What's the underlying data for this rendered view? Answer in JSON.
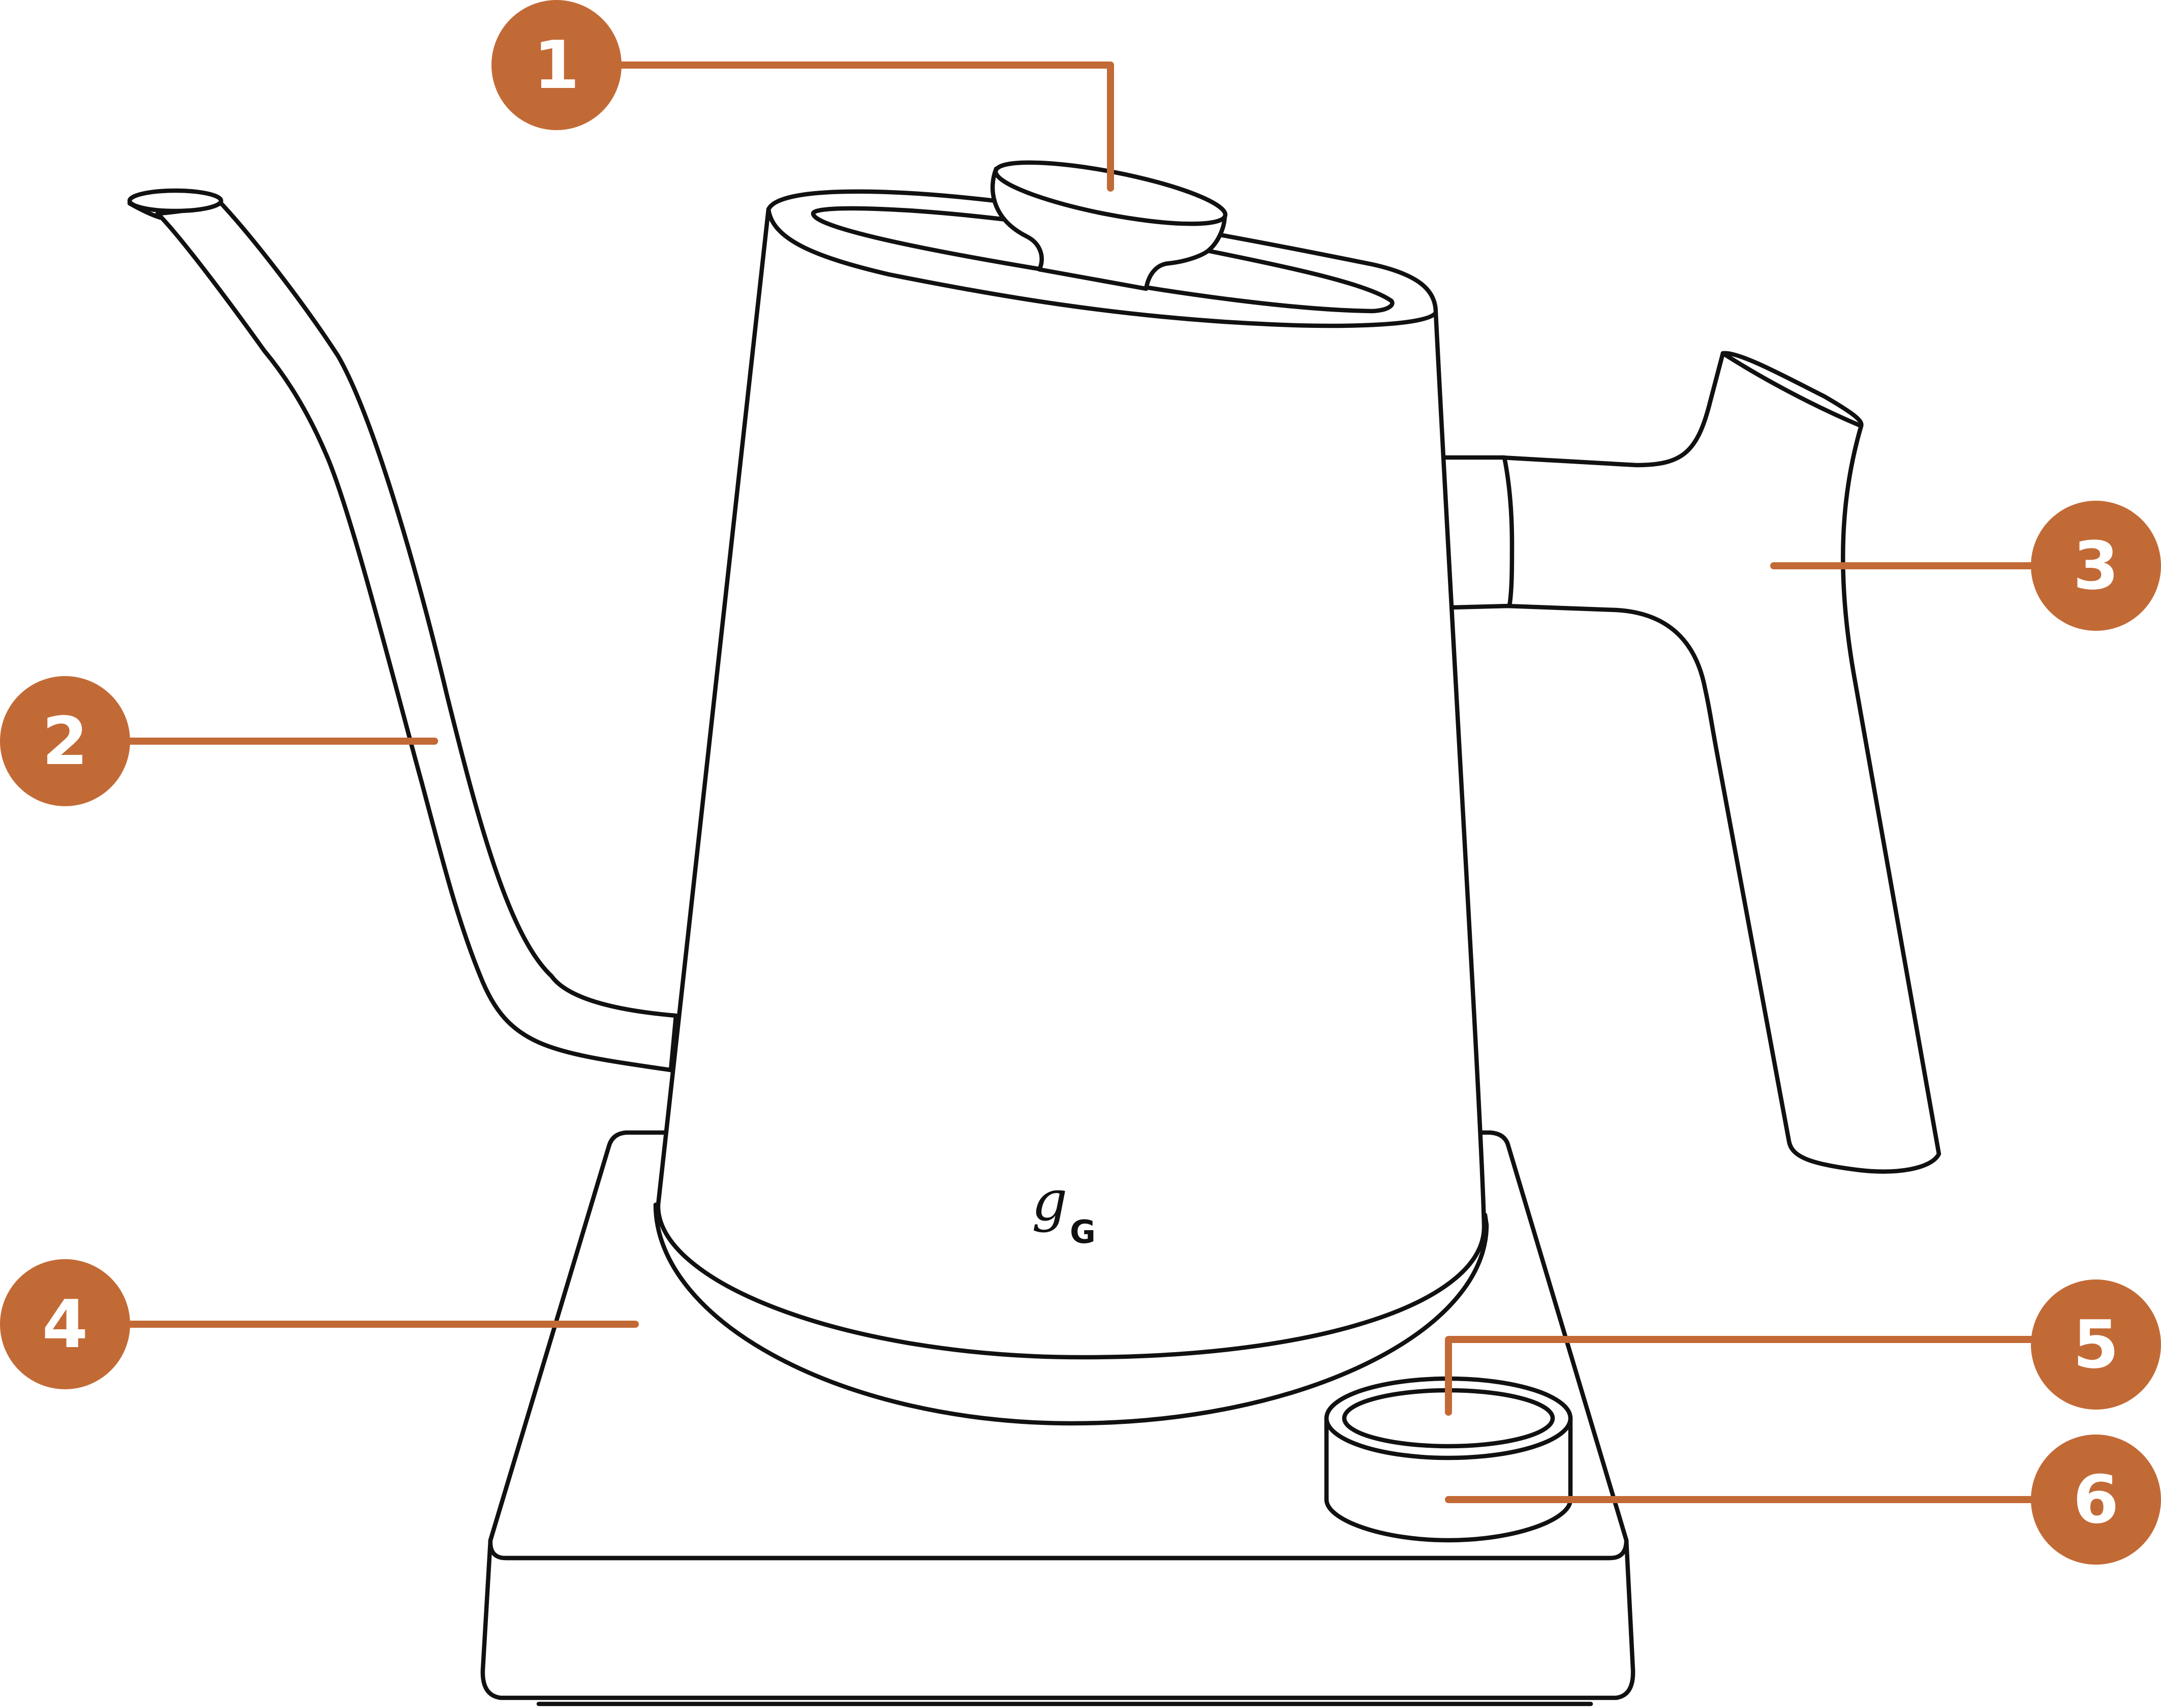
{
  "accent_color": "#C26A36",
  "line_color": "#111111",
  "logo": {
    "script": "g",
    "letter": "G"
  },
  "callouts": [
    {
      "number": "1",
      "target": "lid-knob"
    },
    {
      "number": "2",
      "target": "gooseneck-spout"
    },
    {
      "number": "3",
      "target": "handle"
    },
    {
      "number": "4",
      "target": "base"
    },
    {
      "number": "5",
      "target": "dial-top"
    },
    {
      "number": "6",
      "target": "dial-body"
    }
  ]
}
